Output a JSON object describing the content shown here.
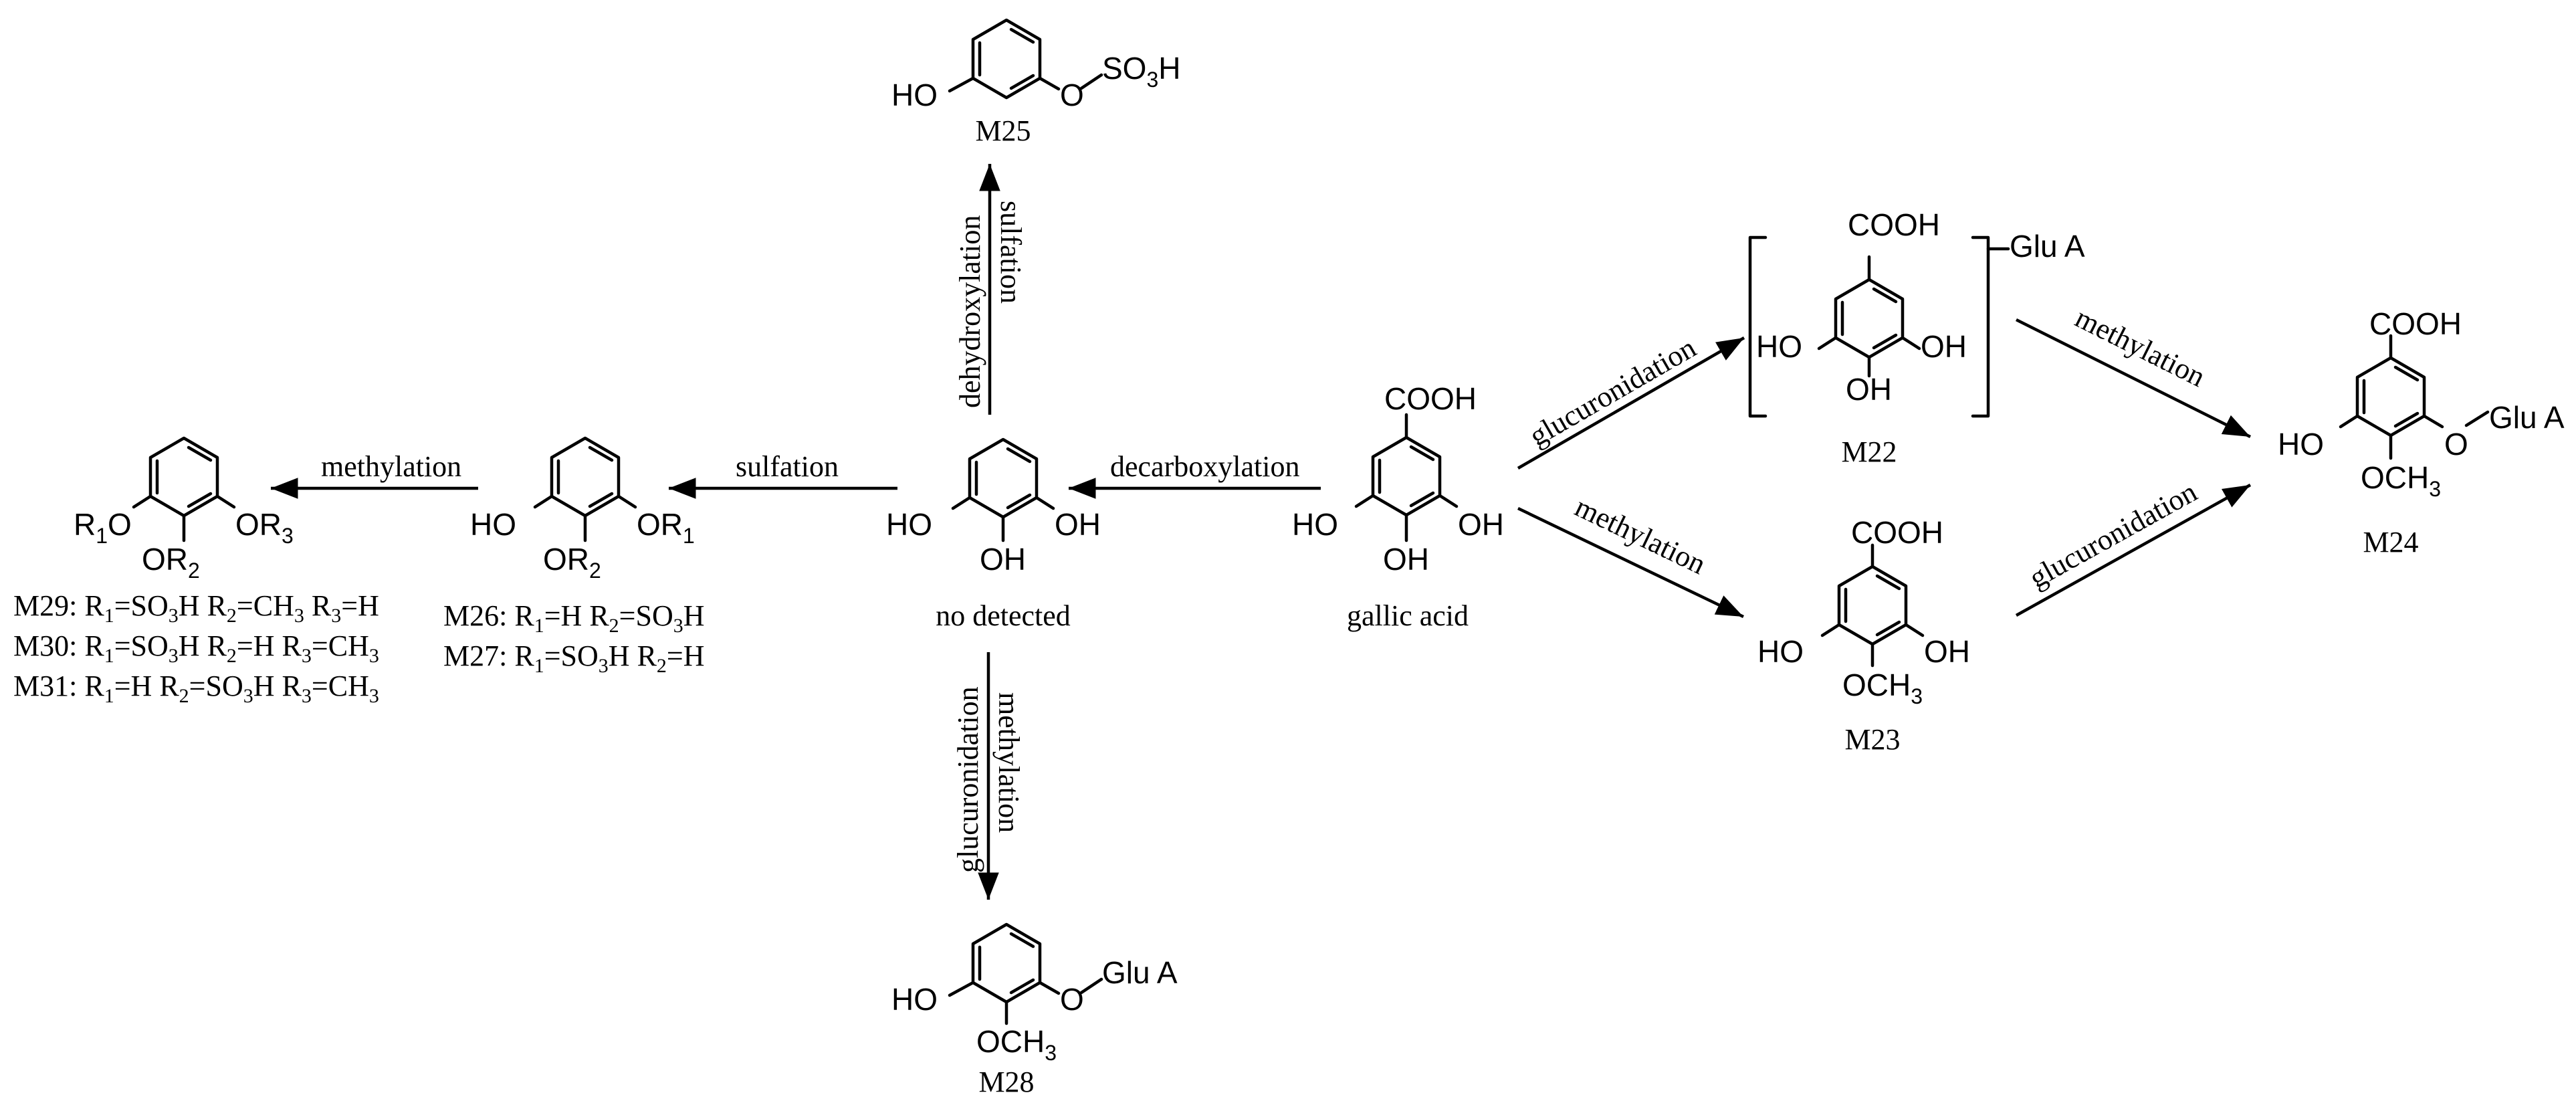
{
  "compounds": {
    "m25": {
      "oh": "HO",
      "sub": "O",
      "sulfo": "SO",
      "sulfo_sub": "3",
      "sulfo_h": "H",
      "label": "M25"
    },
    "pyrogallol": {
      "oh_left": "HO",
      "oh_right": "OH",
      "oh_bottom": "OH",
      "label": "no detected"
    },
    "gallic": {
      "cooh": "COOH",
      "oh_left": "HO",
      "oh_right": "OH",
      "oh_bottom": "OH",
      "label": "gallic acid"
    },
    "m26_27": {
      "oh": "HO",
      "or1": "OR",
      "or1_sub": "1",
      "or2": "OR",
      "or2_sub": "2"
    },
    "m29_31": {
      "r1o": "R",
      "r1o_sub": "1",
      "r1o_o": "O",
      "or3": "OR",
      "or3_sub": "3",
      "or2": "OR",
      "or2_sub": "2"
    },
    "m28": {
      "oh": "HO",
      "o": "O",
      "glu": "Glu A",
      "och3": "OCH",
      "och3_sub": "3",
      "label": "M28"
    },
    "m22": {
      "cooh": "COOH",
      "oh_left": "HO",
      "oh_right": "OH",
      "oh_bottom": "OH",
      "glu": "Glu A",
      "label": "M22"
    },
    "m23": {
      "cooh": "COOH",
      "oh_left": "HO",
      "oh_right": "OH",
      "och3": "OCH",
      "och3_sub": "3",
      "label": "M23"
    },
    "m24": {
      "cooh": "COOH",
      "oh_left": "HO",
      "o": "O",
      "glu": "Glu A",
      "och3": "OCH",
      "och3_sub": "3",
      "label": "M24"
    }
  },
  "reactions": {
    "decarboxylation": "decarboxylation",
    "sulfation_left": "sulfation",
    "methylation_left": "methylation",
    "up_1": "dehydroxylation",
    "up_2": "sulfation",
    "down_1": "glucuronidation",
    "down_2": "methylation",
    "glucuronidation_to_m22": "glucuronidation",
    "methylation_to_m23": "methylation",
    "methylation_to_m24": "methylation",
    "glucuronidation_to_m24": "glucuronidation"
  },
  "substituent_tables": {
    "m26_27": [
      {
        "id": "M26",
        "r1": "H",
        "r2": "SO",
        "r2_sub": "3",
        "r2_tail": "H"
      },
      {
        "id": "M27",
        "r1": "SO",
        "r1_sub": "3",
        "r1_tail": "H",
        "r2": "H"
      }
    ],
    "m29_31": [
      {
        "id": "M29",
        "r1": "SO",
        "r1_sub": "3",
        "r1_tail": "H",
        "r2": "CH",
        "r2_sub": "3",
        "r3": "H"
      },
      {
        "id": "M30",
        "r1": "SO",
        "r1_sub": "3",
        "r1_tail": "H",
        "r2": "H",
        "r3": "CH",
        "r3_sub": "3"
      },
      {
        "id": "M31",
        "r1": "H",
        "r2": "SO",
        "r2_sub": "3",
        "r2_tail": "H",
        "r3": "CH",
        "r3_sub": "3"
      }
    ]
  }
}
